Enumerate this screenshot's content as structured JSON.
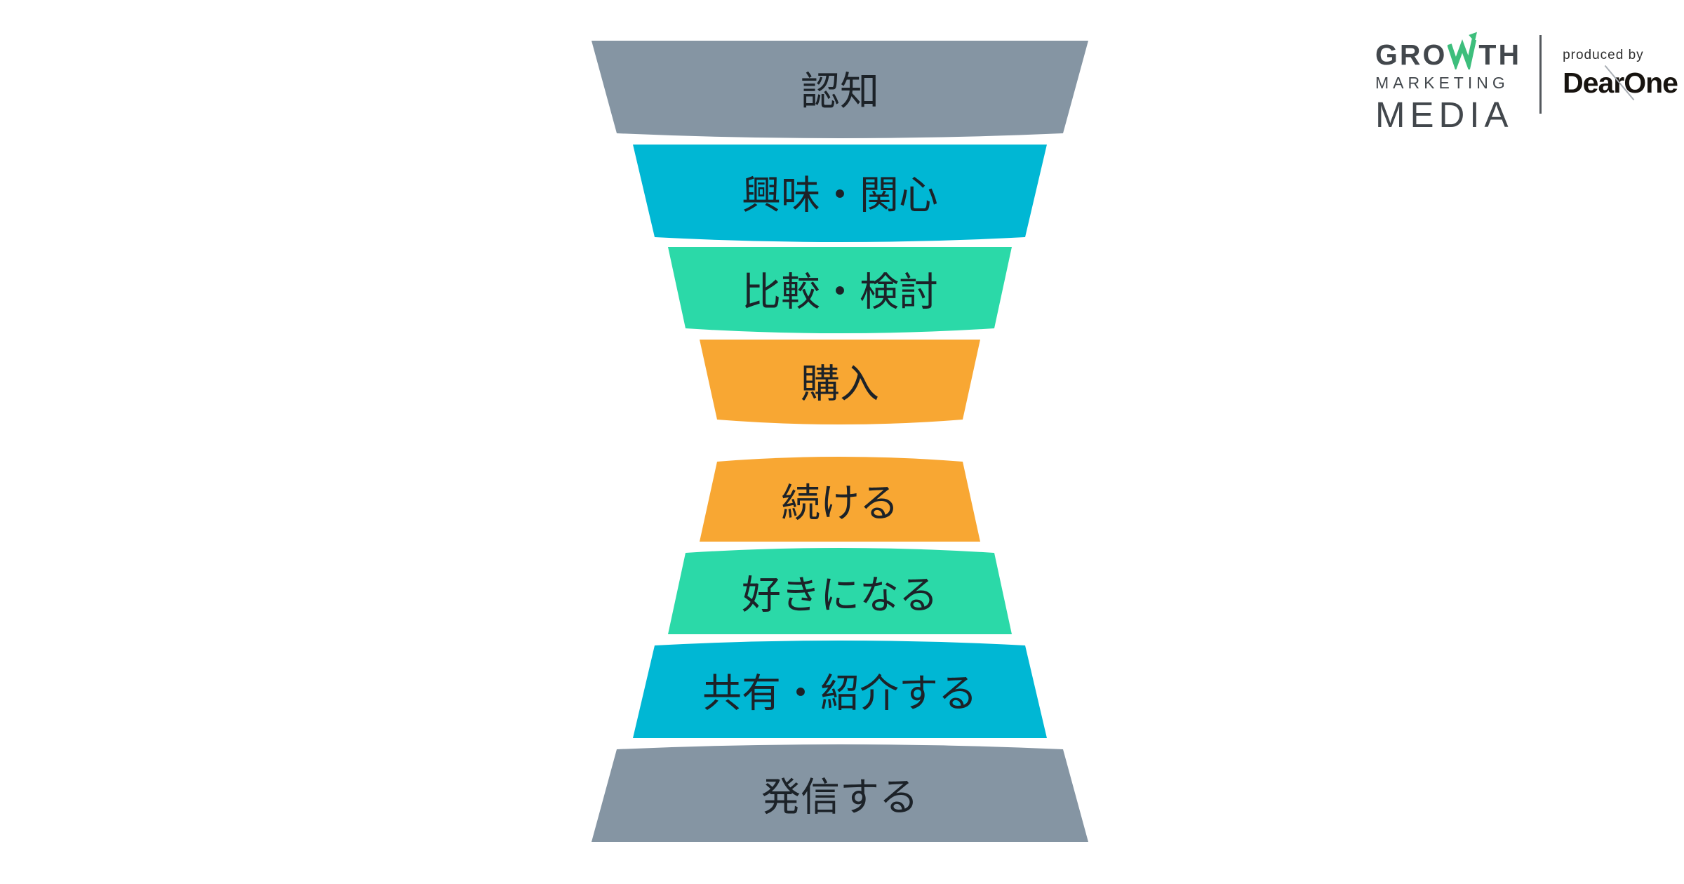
{
  "page": {
    "background": "#ffffff"
  },
  "funnel": {
    "text_color": "#1C2228",
    "segments": [
      {
        "label": "認知",
        "color": "#8595A3"
      },
      {
        "label": "興味・関心",
        "color": "#00B7D4"
      },
      {
        "label": "比較・検討",
        "color": "#2BD9A8"
      },
      {
        "label": "購入",
        "color": "#F8A733"
      },
      {
        "label": "続ける",
        "color": "#F8A733"
      },
      {
        "label": "好きになる",
        "color": "#2BD9A8"
      },
      {
        "label": "共有・紹介する",
        "color": "#00B7D4"
      },
      {
        "label": "発信する",
        "color": "#8595A3"
      }
    ]
  },
  "logo": {
    "growth_pre": "GRO",
    "growth_post": "TH",
    "marketing": "MARKETING",
    "media": "MEDIA",
    "produced_by": "produced by",
    "producer": "DearOne",
    "text_color": "#42474C",
    "arrow_color": "#3DBE7C"
  }
}
